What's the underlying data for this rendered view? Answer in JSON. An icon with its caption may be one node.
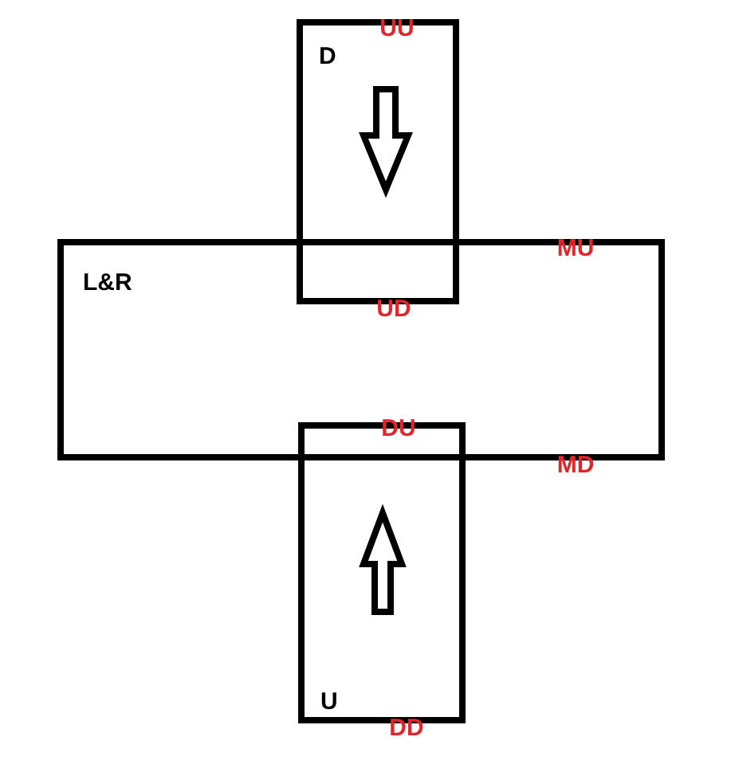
{
  "diagram": {
    "nodes": [
      {
        "text": [
          "D"
        ]
      },
      {
        "text": [
          "L&R"
        ]
      },
      {
        "text": [
          "U"
        ]
      }
    ],
    "labels": [
      "UU",
      "MU",
      "UD",
      "DU",
      "MD",
      "DD"
    ]
  }
}
